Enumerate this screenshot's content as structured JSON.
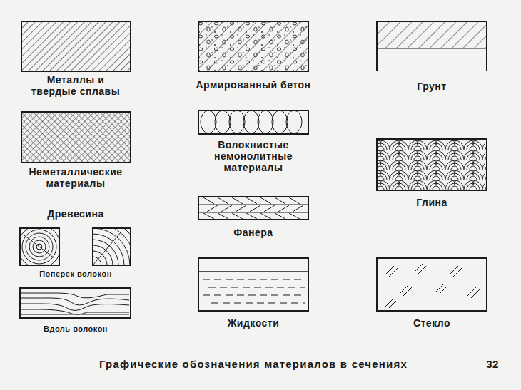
{
  "diagram": {
    "caption": "Графические обозначения материалов в сечениях",
    "labels": [
      "Металлы и твердые сплавы",
      "Неметаллические материалы",
      "Древесина",
      "Поперек волокон",
      "Вдоль волокон",
      "Армированный бетон",
      "Волокнистые немонолитные материалы",
      "Фанера",
      "Жидкости",
      "Грунт",
      "Глина",
      "Стекло",
      "32"
    ]
  }
}
